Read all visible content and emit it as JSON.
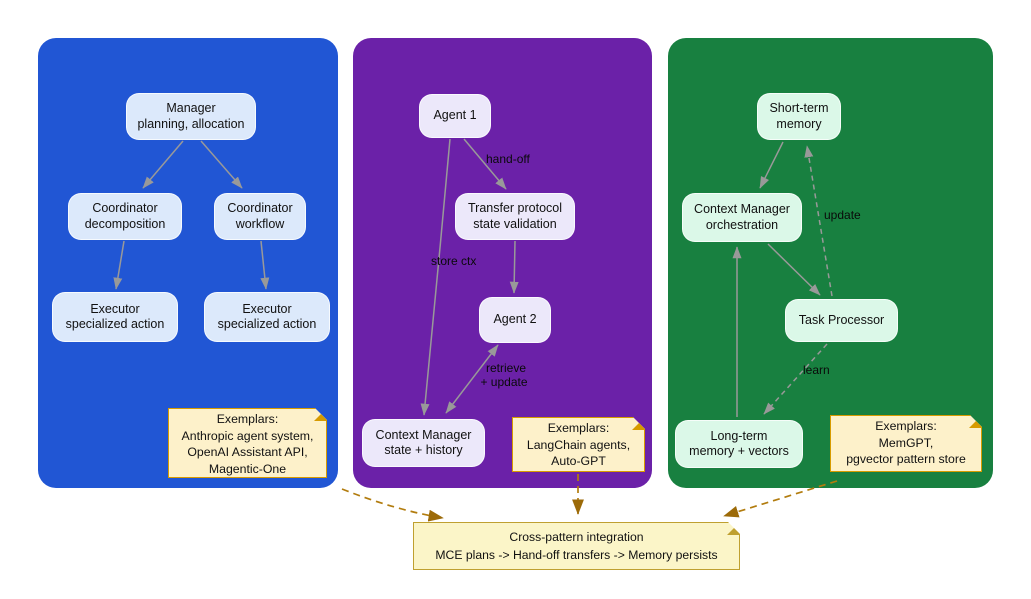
{
  "diagram": {
    "panels": {
      "blue": {
        "name": "manager-coordinator-executor",
        "color": "#2156d4",
        "node_fill": "#dce9fb",
        "nodes": {
          "manager": {
            "title": "Manager",
            "subtitle": "planning, allocation"
          },
          "coordinator_left": {
            "title": "Coordinator",
            "subtitle": "decomposition"
          },
          "coordinator_right": {
            "title": "Coordinator",
            "subtitle": "workflow"
          },
          "executor_left": {
            "title": "Executor",
            "subtitle": "specialized action"
          },
          "executor_right": {
            "title": "Executor",
            "subtitle": "specialized action"
          }
        },
        "note": {
          "heading": "Exemplars:",
          "line1": "Anthropic agent system,",
          "line2": "OpenAI Assistant API,",
          "line3": "Magentic-One"
        }
      },
      "purple": {
        "name": "hand-off-pattern",
        "color": "#6b21a8",
        "node_fill": "#ece8fa",
        "nodes": {
          "agent1": {
            "title": "Agent 1"
          },
          "transfer": {
            "title": "Transfer protocol",
            "subtitle": "state validation"
          },
          "agent2": {
            "title": "Agent 2"
          },
          "context_manager": {
            "title": "Context Manager",
            "subtitle": "state + history"
          }
        },
        "edge_labels": {
          "hand_off": "hand-off",
          "store_ctx": "store ctx",
          "retrieve": "retrieve",
          "retrieve2": "+ update"
        },
        "note": {
          "heading": "Exemplars:",
          "line1": "LangChain agents,",
          "line2": "Auto-GPT"
        }
      },
      "green": {
        "name": "memory-pattern",
        "color": "#188040",
        "node_fill": "#dbf8e8",
        "nodes": {
          "short_term": {
            "title": "Short-term",
            "subtitle": "memory"
          },
          "context_manager": {
            "title": "Context Manager",
            "subtitle": "orchestration"
          },
          "task_processor": {
            "title": "Task Processor"
          },
          "long_term": {
            "title": "Long-term",
            "subtitle": "memory + vectors"
          }
        },
        "edge_labels": {
          "update": "update",
          "learn": "learn"
        },
        "note": {
          "heading": "Exemplars:",
          "line1": "MemGPT,",
          "line2": "pgvector pattern store"
        }
      }
    },
    "integration_note": {
      "line1": "Cross-pattern integration",
      "line2": "MCE plans -> Hand-off transfers -> Memory persists"
    },
    "colors": {
      "note_fill": "#fdf1ca",
      "note_border": "#d79b00",
      "integration_fill": "#fbf5c8",
      "integration_border": "#bfa030",
      "edge_gray": "#999999",
      "edge_brown": "#b27c0e"
    }
  }
}
